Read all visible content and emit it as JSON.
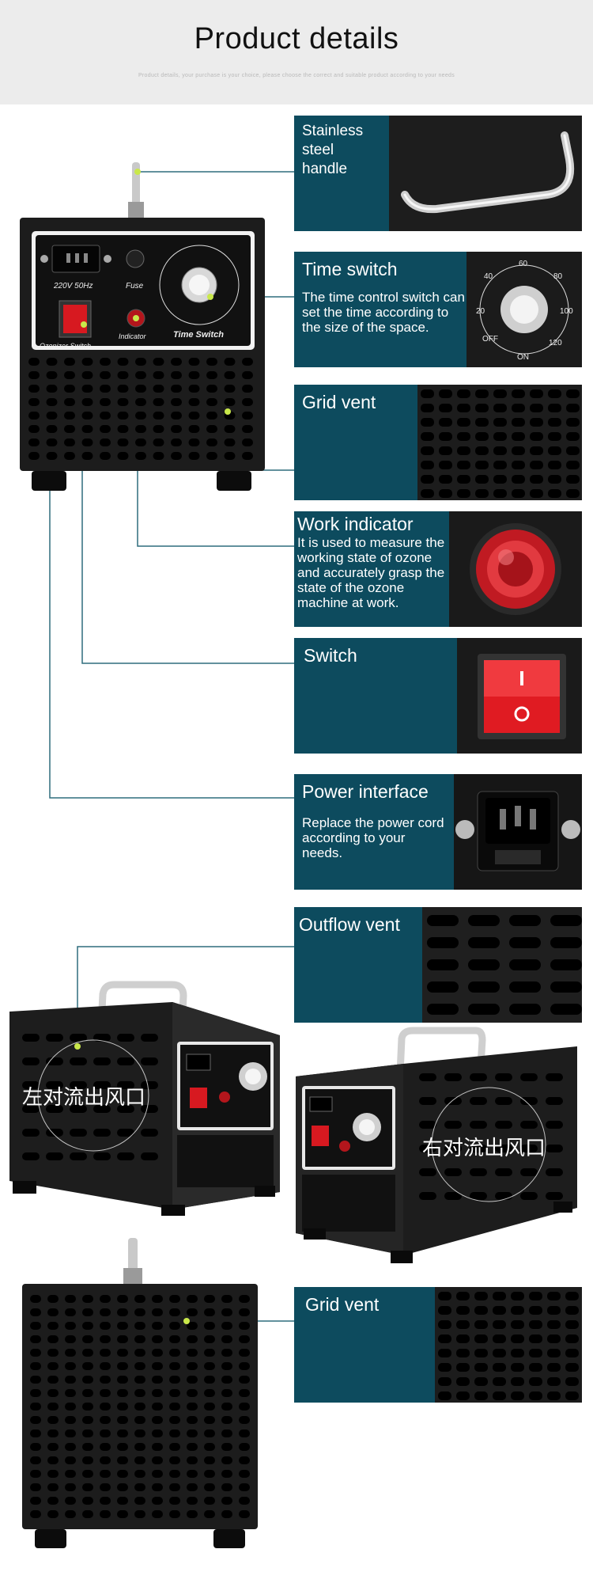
{
  "header": {
    "title": "Product details",
    "subtitle": "Product details, your purchase is your choice, please choose the correct and suitable product according to your needs"
  },
  "callouts": [
    {
      "id": "handle",
      "title": "Stainless steel handle",
      "description": ""
    },
    {
      "id": "time",
      "title": "Time switch",
      "description": "The time control switch can set the time according to the size of the space."
    },
    {
      "id": "grid1",
      "title": "Grid vent",
      "description": ""
    },
    {
      "id": "work",
      "title": "Work indicator",
      "description": "It is used to measure the working state of ozone and accurately grasp the state of the ozone machine at work."
    },
    {
      "id": "switch",
      "title": "Switch",
      "description": ""
    },
    {
      "id": "power",
      "title": "Power interface",
      "description": "Replace the power cord according to your needs."
    },
    {
      "id": "outflow",
      "title": "Outflow vent",
      "description": ""
    },
    {
      "id": "grid2",
      "title": "Grid vent",
      "description": ""
    }
  ],
  "machine_labels": {
    "voltage": "220V 50Hz",
    "fuse": "Fuse",
    "indicator": "Indicator",
    "time_switch": "Time Switch",
    "ozonizer_switch": "Ozonizer Switch"
  },
  "dial_ticks": [
    "OFF",
    "20",
    "40",
    "60",
    "80",
    "100",
    "120",
    "ON"
  ],
  "overlays": {
    "left_vent": "左对流出风口",
    "right_vent": "右对流出风口"
  },
  "colors": {
    "panel": "#0d4b5e",
    "machine": "#1c1c1c",
    "leader": "#2f6d7d",
    "accent_red": "#d71920",
    "marker": "#c9e84a"
  }
}
